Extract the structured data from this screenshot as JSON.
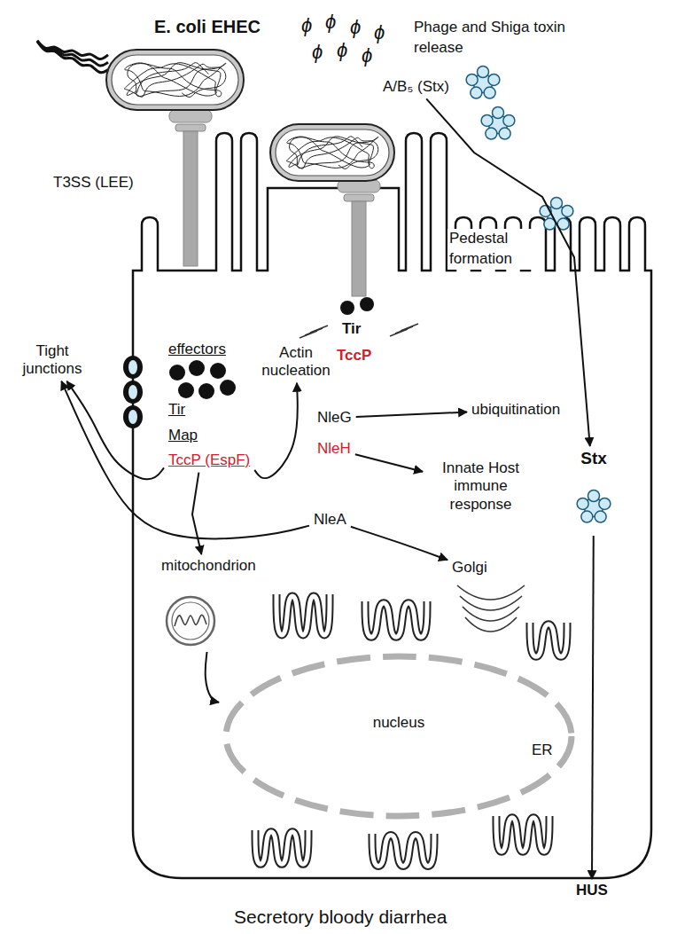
{
  "diagram": {
    "nodes": [
      {
        "text": [
          "A/B₅ (Stx)"
        ]
      },
      {
        "text": [
          "effectors",
          "Tir",
          "Map",
          "TccP (EspF)"
        ]
      },
      {
        "text": [
          "Tight junctions"
        ]
      },
      {
        "text": [
          "Actin nucleation"
        ]
      },
      {
        "text": [
          "NleG"
        ]
      },
      {
        "text": [
          "ubiquitination"
        ]
      },
      {
        "text": [
          "NleH"
        ]
      },
      {
        "text": [
          "Innate Host immune response"
        ]
      },
      {
        "text": [
          "NleA"
        ]
      },
      {
        "text": [
          "Stx"
        ]
      },
      {
        "text": [
          "mitochondrion"
        ]
      },
      {
        "text": [
          "Golgi"
        ]
      },
      {
        "text": [
          "nucleus"
        ]
      },
      {
        "text": [
          "HUS"
        ]
      }
    ],
    "edges": [
      {
        "from": 0,
        "to": 9,
        "arrow": "to"
      },
      {
        "from": 1,
        "to": 3,
        "arrow": "to"
      },
      {
        "from": 1,
        "to": 2,
        "arrow": "to"
      },
      {
        "from": 8,
        "to": 2,
        "arrow": "to"
      },
      {
        "from": 1,
        "to": 10,
        "arrow": "to"
      },
      {
        "from": 4,
        "to": 5,
        "arrow": "to"
      },
      {
        "from": 6,
        "to": 7,
        "arrow": "to"
      },
      {
        "from": 8,
        "to": 11,
        "arrow": "to"
      },
      {
        "from": 10,
        "to": 12,
        "arrow": "to"
      },
      {
        "from": 9,
        "to": 13,
        "arrow": "to"
      }
    ],
    "labels": [
      "E. coli EHEC",
      "ϕ",
      "ϕ",
      "ϕ",
      "ϕ",
      "ϕ",
      "ϕ",
      "ϕ",
      "Phage and Shiga toxin release",
      "T3SS (LEE)",
      "Pedestal formation",
      "Tir",
      "TccP",
      "ER",
      "Secretory bloody diarrhea"
    ]
  }
}
